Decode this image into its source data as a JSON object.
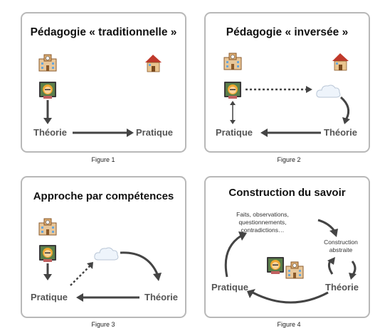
{
  "figures": [
    {
      "title": "Pédagogie « traditionnelle »",
      "caption": "Figure 1",
      "labels": {
        "left": "Théorie",
        "right": "Pratique"
      }
    },
    {
      "title": "Pédagogie « inversée »",
      "caption": "Figure 2",
      "labels": {
        "left": "Pratique",
        "right": "Théorie"
      }
    },
    {
      "title": "Approche par compétences",
      "caption": "Figure 3",
      "labels": {
        "left": "Pratique",
        "right": "Théorie"
      }
    },
    {
      "title": "Construction du savoir",
      "caption": "Figure 4",
      "labels": {
        "left": "Pratique",
        "right": "Théorie",
        "facts": "Faits, observations, questionnements, contradictions…",
        "construction": "Construction abstraite"
      }
    }
  ],
  "icons": [
    "school-icon",
    "house-icon",
    "teacher-icon",
    "cloud-icon"
  ],
  "colors": {
    "border": "#b8b8b8",
    "arrow": "#444444",
    "label": "#555555"
  }
}
